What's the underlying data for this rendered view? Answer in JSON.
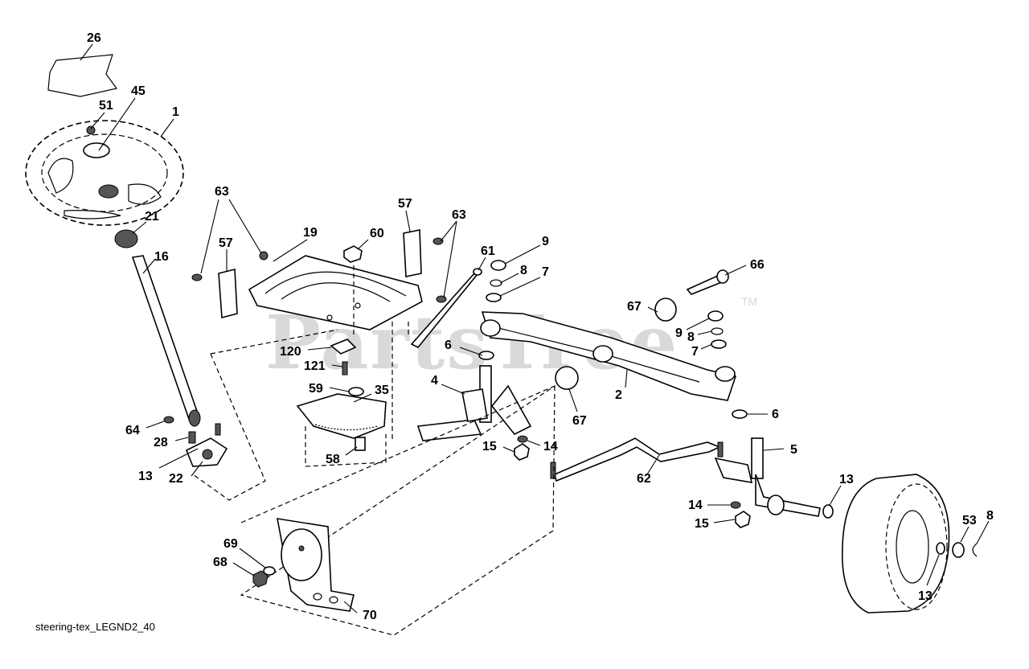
{
  "diagram": {
    "caption": "steering-tex_LEGND2_40",
    "watermark": "PartsTree",
    "trademark": "TM",
    "callouts": [
      {
        "id": "c26a",
        "text": "26"
      },
      {
        "id": "c45",
        "text": "45"
      },
      {
        "id": "c51",
        "text": "51"
      },
      {
        "id": "c1",
        "text": "1"
      },
      {
        "id": "c21",
        "text": "21"
      },
      {
        "id": "c16",
        "text": "16"
      },
      {
        "id": "c63a",
        "text": "63"
      },
      {
        "id": "c57a",
        "text": "57"
      },
      {
        "id": "c19",
        "text": "19"
      },
      {
        "id": "c60",
        "text": "60"
      },
      {
        "id": "c57b",
        "text": "57"
      },
      {
        "id": "c63b",
        "text": "63"
      },
      {
        "id": "c61",
        "text": "61"
      },
      {
        "id": "c9a",
        "text": "9"
      },
      {
        "id": "c8a",
        "text": "8"
      },
      {
        "id": "c7a",
        "text": "7"
      },
      {
        "id": "c66",
        "text": "66"
      },
      {
        "id": "c67a",
        "text": "67"
      },
      {
        "id": "c9b",
        "text": "9"
      },
      {
        "id": "c8b",
        "text": "8"
      },
      {
        "id": "c7b",
        "text": "7"
      },
      {
        "id": "c120",
        "text": "120"
      },
      {
        "id": "c121",
        "text": "121"
      },
      {
        "id": "c59",
        "text": "59"
      },
      {
        "id": "c35",
        "text": "35"
      },
      {
        "id": "c6a",
        "text": "6"
      },
      {
        "id": "c4",
        "text": "4"
      },
      {
        "id": "c2",
        "text": "2"
      },
      {
        "id": "c67b",
        "text": "67"
      },
      {
        "id": "c6b",
        "text": "6"
      },
      {
        "id": "c64",
        "text": "64"
      },
      {
        "id": "c28",
        "text": "28"
      },
      {
        "id": "c13a",
        "text": "13"
      },
      {
        "id": "c22",
        "text": "22"
      },
      {
        "id": "c58",
        "text": "58"
      },
      {
        "id": "c15a",
        "text": "15"
      },
      {
        "id": "c14a",
        "text": "14"
      },
      {
        "id": "c5",
        "text": "5"
      },
      {
        "id": "c62",
        "text": "62"
      },
      {
        "id": "c13b",
        "text": "13"
      },
      {
        "id": "c14b",
        "text": "14"
      },
      {
        "id": "c15b",
        "text": "15"
      },
      {
        "id": "c53",
        "text": "53"
      },
      {
        "id": "c8c",
        "text": "8"
      },
      {
        "id": "c13c",
        "text": "13"
      },
      {
        "id": "c69",
        "text": "69"
      },
      {
        "id": "c68",
        "text": "68"
      },
      {
        "id": "c70",
        "text": "70"
      }
    ]
  }
}
